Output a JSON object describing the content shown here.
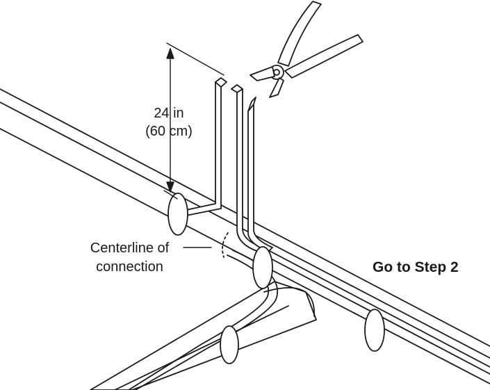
{
  "dimension": {
    "line1": "24 in",
    "line2": "(60 cm)"
  },
  "centerline": {
    "line1": "Centerline of",
    "line2": "connection"
  },
  "step_label": "Go to Step 2",
  "colors": {
    "stroke": "#1a1a1a",
    "fill": "#ffffff"
  },
  "icons": [
    "cutter-icon"
  ]
}
